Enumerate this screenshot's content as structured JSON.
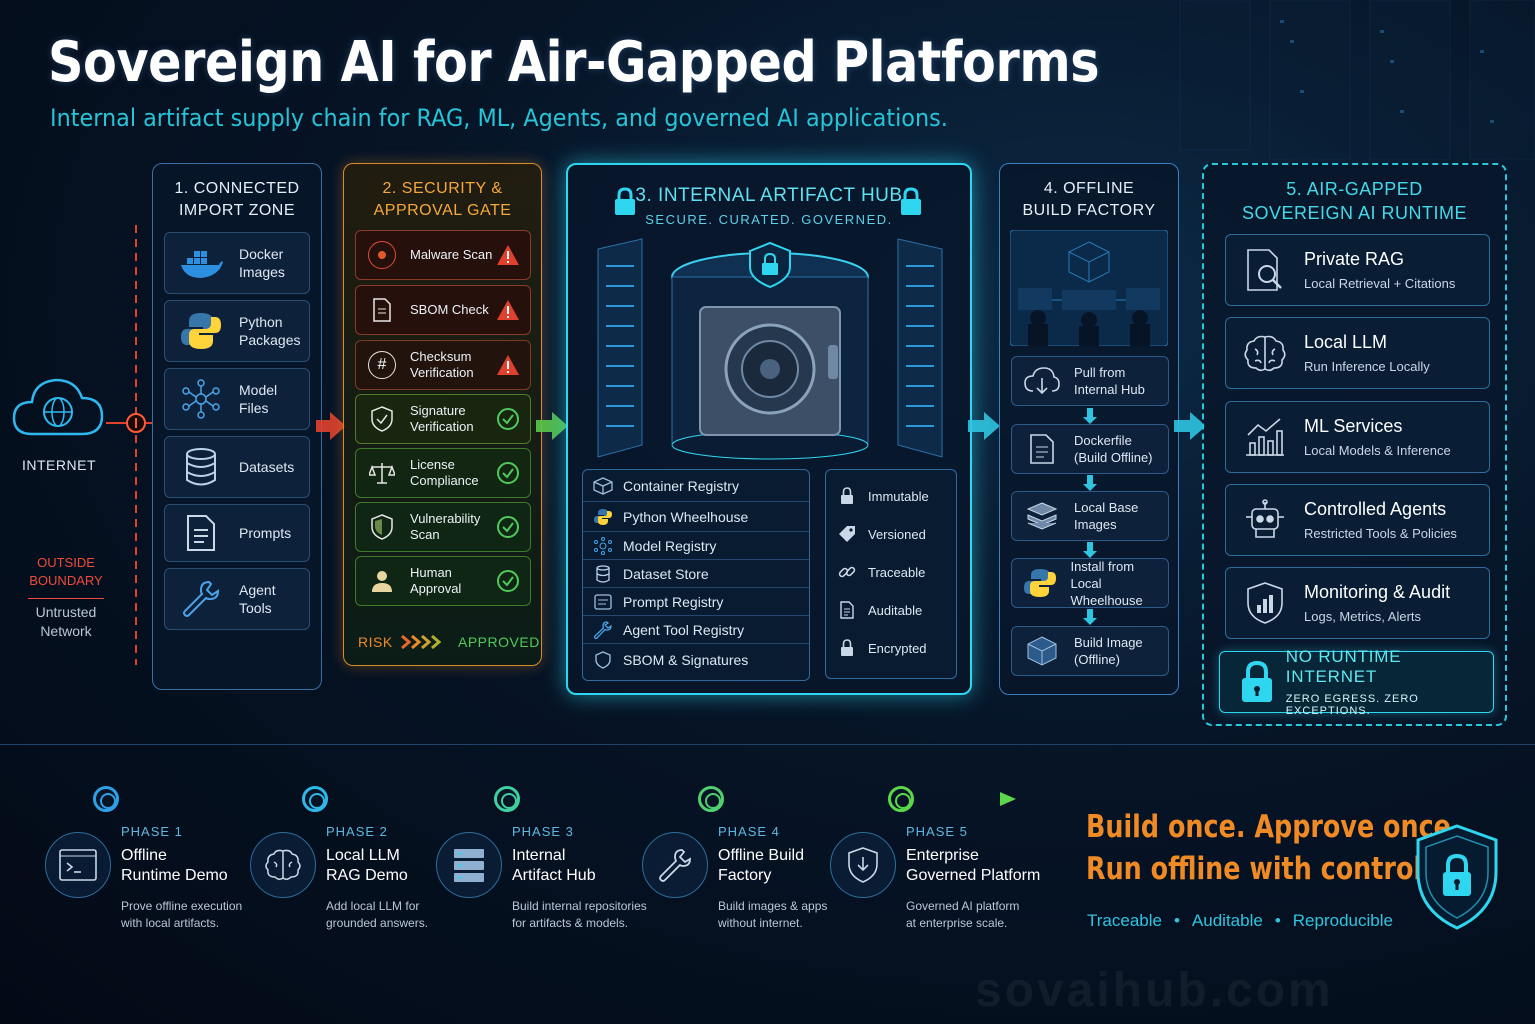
{
  "header": {
    "title": "Sovereign AI for Air-Gapped Platforms",
    "subtitle": "Internal artifact supply chain for RAG, ML, Agents, and governed AI applications."
  },
  "internet": {
    "label": "INTERNET",
    "outside": "OUTSIDE\nBOUNDARY",
    "untrusted": "Untrusted\nNetwork"
  },
  "col1": {
    "title": "1. CONNECTED\nIMPORT ZONE",
    "items": [
      "Docker\nImages",
      "Python\nPackages",
      "Model\nFiles",
      "Datasets",
      "Prompts",
      "Agent\nTools"
    ]
  },
  "col2": {
    "title": "2. SECURITY &\nAPPROVAL GATE",
    "items": [
      "Malware Scan",
      "SBOM Check",
      "Checksum\nVerification",
      "Signature\nVerification",
      "License\nCompliance",
      "Vulnerability\nScan",
      "Human\nApproval"
    ],
    "risk": "RISK",
    "approved": "APPROVED"
  },
  "col3": {
    "title": "3. INTERNAL ARTIFACT HUB",
    "tagline": "SECURE. CURATED. GOVERNED.",
    "registries": [
      "Container Registry",
      "Python Wheelhouse",
      "Model Registry",
      "Dataset Store",
      "Prompt Registry",
      "Agent Tool Registry",
      "SBOM & Signatures"
    ],
    "properties": [
      "Immutable",
      "Versioned",
      "Traceable",
      "Auditable",
      "Encrypted"
    ]
  },
  "col4": {
    "title": "4. OFFLINE\nBUILD FACTORY",
    "steps": [
      "Pull from\nInternal Hub",
      "Dockerfile\n(Build Offline)",
      "Local Base\nImages",
      "Install from\nLocal Wheelhouse",
      "Build Image\n(Offline)"
    ]
  },
  "col5": {
    "title": "5. AIR-GAPPED\nSOVEREIGN AI RUNTIME",
    "items": [
      {
        "title": "Private RAG",
        "sub": "Local Retrieval + Citations"
      },
      {
        "title": "Local LLM",
        "sub": "Run Inference Locally"
      },
      {
        "title": "ML Services",
        "sub": "Local Models & Inference"
      },
      {
        "title": "Controlled Agents",
        "sub": "Restricted Tools & Policies"
      },
      {
        "title": "Monitoring & Audit",
        "sub": "Logs, Metrics, Alerts"
      }
    ],
    "banner_title": "NO RUNTIME INTERNET",
    "banner_sub": "ZERO EGRESS. ZERO EXCEPTIONS."
  },
  "phases": [
    {
      "num": "PHASE 1",
      "title": "Offline\nRuntime Demo",
      "desc": "Prove offline execution\nwith local artifacts."
    },
    {
      "num": "PHASE 2",
      "title": "Local LLM\nRAG Demo",
      "desc": "Add local LLM for\ngrounded answers."
    },
    {
      "num": "PHASE 3",
      "title": "Internal\nArtifact Hub",
      "desc": "Build internal repositories\nfor artifacts & models."
    },
    {
      "num": "PHASE 4",
      "title": "Offline Build\nFactory",
      "desc": "Build images & apps\nwithout internet."
    },
    {
      "num": "PHASE 5",
      "title": "Enterprise\nGoverned Platform",
      "desc": "Governed AI platform\nat enterprise scale."
    }
  ],
  "tagline": {
    "line1": "Build once. Approve once.",
    "line2": "Run offline with control.",
    "tags": [
      "Traceable",
      "Auditable",
      "Reproducible"
    ]
  },
  "watermark": "sovaihub.com",
  "colors": {
    "accent_cyan": "#2fd6f0",
    "accent_orange": "#f08a24",
    "risk_red": "#e0412f",
    "approved_green": "#4fc95a"
  }
}
